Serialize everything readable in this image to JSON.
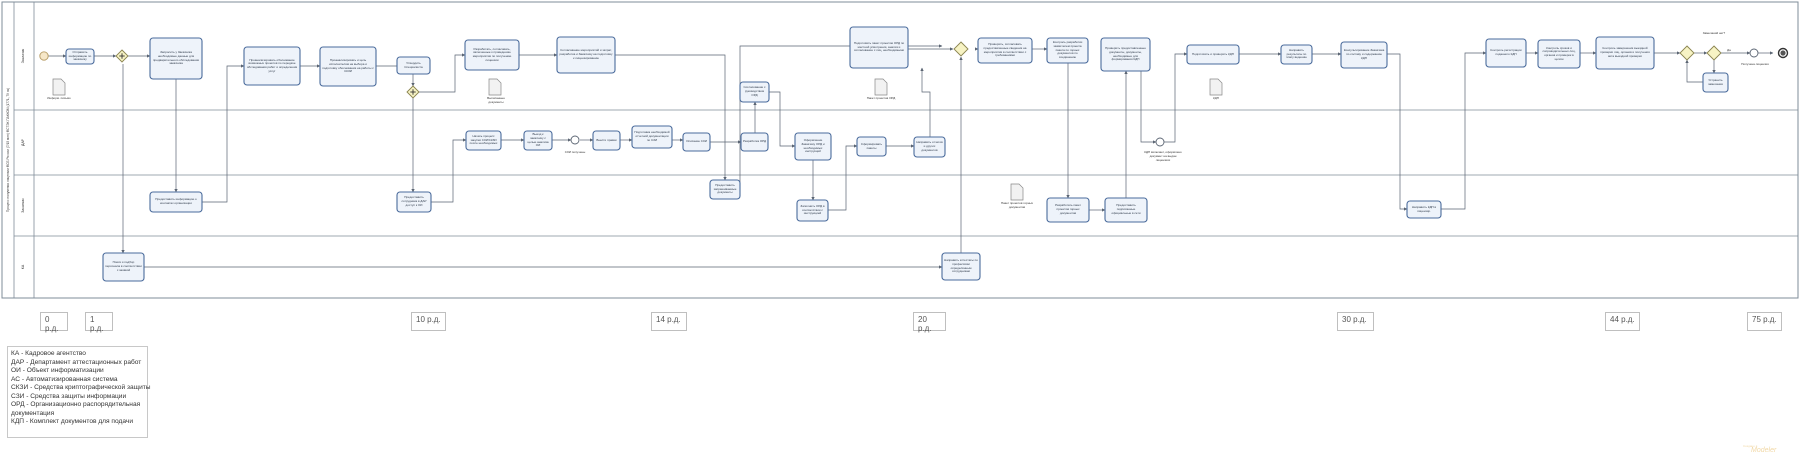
{
  "diagram": {
    "pool_title": "Процесс получения лицензии ФСБ России (7/15 млн) ФСТЭК ПАККОМ (1771, 79 ок)",
    "lanes": [
      {
        "id": "lane-client",
        "label": "Заказчик"
      },
      {
        "id": "lane-dar",
        "label": "ДАР"
      },
      {
        "id": "lane-executor",
        "label": "Заказчик"
      },
      {
        "id": "lane-ka",
        "label": "КА"
      }
    ],
    "tasks": [
      {
        "id": "t1",
        "text": "Отправить информацию по заказчику"
      },
      {
        "id": "t2",
        "text": "Запросить у Заказчика необходимые данные для предварительного обследования заказчика"
      },
      {
        "id": "t3",
        "text": "Проанализировать обоснование возможных проектов по передаче обследования работ и определения услуг"
      },
      {
        "id": "t4",
        "text": "Проанализировать и цель исполнителям на выбора и подготовку обоснования на работы с СКЗИ"
      },
      {
        "id": "t5",
        "text": "Утвердить Специалиста"
      },
      {
        "id": "t6",
        "text": "Разработать, согласовать, включенные к проведению мероприятия по получению лицензии"
      },
      {
        "id": "t7",
        "text": "Согласование мероприятий и затрат, разработка и Заказчику на подготовку к лицензированию"
      },
      {
        "id": "t8",
        "text": "Предоставить информацию о контактах организации"
      },
      {
        "id": "t9",
        "text": "Предоставить сотрудника в ДАР доступ к ОИ"
      },
      {
        "id": "t10",
        "text": "Начать процесс закупки СЗИ/СКЗИ после необходимых"
      },
      {
        "id": "t11",
        "text": "Выезд к заказчику с целью анализа ОИ"
      },
      {
        "id": "t12",
        "text": "Внести правки"
      },
      {
        "id": "t13",
        "text": "Подготовка необходимой отчетной документации по СЗИ"
      },
      {
        "id": "t14",
        "text": "Описание СЗИ"
      },
      {
        "id": "t15",
        "text": "Разработка ОРД"
      },
      {
        "id": "t16",
        "text": "Согласование с руководством ОРД"
      },
      {
        "id": "t17",
        "text": "Предоставить запрашиваемые документы"
      },
      {
        "id": "t18",
        "text": "Оформление Заказчику ОРД и необходимых инструкций"
      },
      {
        "id": "t19",
        "text": "Заполнить ОРД в соответствии с инструкцией"
      },
      {
        "id": "t20",
        "text": "Сформировать пакеты"
      },
      {
        "id": "t21",
        "text": "Направить отчетов и других документов"
      },
      {
        "id": "t22",
        "text": "Подготовить пакет проектов ОРД по местной усмотрения, анализ и согласование с лиц, необходимыми"
      },
      {
        "id": "t23",
        "text": "Проверить, согласовать предоставленные сведения на мероприятия в соответствии с требованиями"
      },
      {
        "id": "t24",
        "text": "Контроль разработки заявителем проекта пакета по горных документов по соединению"
      },
      {
        "id": "t25",
        "text": "Разработать пакет проектов горных документов"
      },
      {
        "id": "t26",
        "text": "Проверить предоставленные документы, документы, необходимые для формирования КДП"
      },
      {
        "id": "t27",
        "text": "Предоставить подписанные официальные в сети"
      },
      {
        "id": "t28",
        "text": "Подготовить и проверить КДП"
      },
      {
        "id": "t29",
        "text": "Направить результаты по этапу ведению"
      },
      {
        "id": "t30",
        "text": "Консультирование Заказчика по составу и содержанию КДП"
      },
      {
        "id": "t31",
        "text": "Направить КДП в лицензир."
      },
      {
        "id": "t32",
        "text": "Контроль регистрации поданного КДП"
      },
      {
        "id": "t33",
        "text": "Контроль сроков и сопроводительных лиц, органов и проверок в целом"
      },
      {
        "id": "t34",
        "text": "Контроль завершения выездной проверки лиц, органов и получения акта выездной проверки"
      },
      {
        "id": "t35",
        "text": "Устранить замечания"
      },
      {
        "id": "t36",
        "text": "Поиск и подбор персонала в соответствии с заявкой"
      },
      {
        "id": "t37",
        "text": "Направить аттестаты по профессиям определённым сотрудникам"
      }
    ],
    "notes": [
      {
        "id": "n1",
        "text": "Информ. письмо"
      },
      {
        "id": "n2",
        "text": "Выписанные документы"
      },
      {
        "id": "n3",
        "text": "Пакет проектов ОРД"
      },
      {
        "id": "n4",
        "text": "КДП"
      },
      {
        "id": "n5",
        "text": "КДП включает, оформлено документ на выдан лицензиях"
      },
      {
        "id": "n6",
        "text": "Пакет проектов горных документов"
      },
      {
        "id": "n7",
        "text": "СЗИ получены"
      },
      {
        "id": "n8",
        "text": "Замечаний нет?"
      },
      {
        "id": "n9",
        "text": "Да"
      },
      {
        "id": "n10",
        "text": "Получена лицензия"
      }
    ],
    "timeline": [
      "0 р.д.",
      "1 р.д.",
      "10 р.д.",
      "14 р.д.",
      "20 р.д.",
      "30 р.д.",
      "44 р.д.",
      "75 р.д."
    ]
  },
  "legend": [
    "КА - Кадровое агентство",
    "ДАР - Департамент аттестационных работ",
    "ОИ - Объект информатизации",
    "АС - Автоматизированная система",
    "СКЗИ - Средства криптографической защиты",
    "СЗИ - Средства защиты информации",
    "ОРД - Организационно распорядительная",
    "документация",
    "КДП - Комплект документов для подачи"
  ],
  "watermark": {
    "small": "Создано в",
    "big": "Modeler"
  },
  "colors": {
    "task_fill": "#eef3fa",
    "task_border": "#4a6b9c",
    "lane_border": "#7f8c99",
    "gateway_fill": "#f7f3c4",
    "gateway_border": "#8a8450",
    "flow": "#5a6472"
  }
}
